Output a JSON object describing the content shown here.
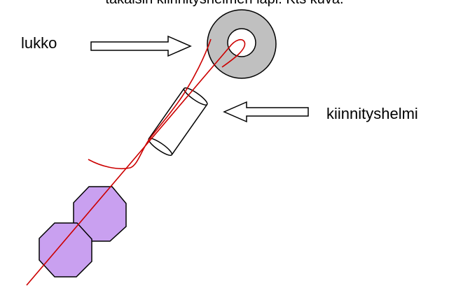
{
  "diagram": {
    "caption": "takaisin kiinnityshelmen läpi. Kts kuva.",
    "labels": {
      "clasp": "lukko",
      "crimp_bead": "kiinnityshelmi"
    },
    "colors": {
      "thread": "#cc0000",
      "bead_fill": "#c9a0f0",
      "ring_fill": "#c0c0c0",
      "outline": "#000000"
    }
  }
}
